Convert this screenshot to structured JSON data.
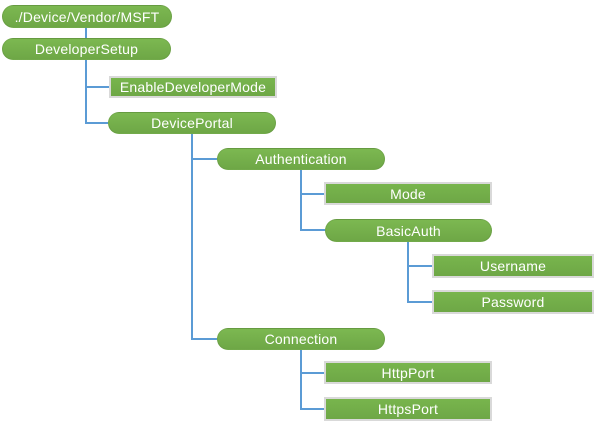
{
  "colors": {
    "node_green": "#70AD47",
    "connector_blue": "#5B9BD5",
    "leaf_border_gray": "#D9D9D9",
    "text_white": "#FFFFFF"
  },
  "diagram": {
    "type": "tree",
    "nodes": [
      {
        "label": "./Device/Vendor/MSFT",
        "shape": "pill",
        "level": 0,
        "parent": null
      },
      {
        "label": "DeveloperSetup",
        "shape": "pill",
        "level": 1,
        "parent": "./Device/Vendor/MSFT"
      },
      {
        "label": "EnableDeveloperMode",
        "shape": "rect",
        "level": 2,
        "parent": "DeveloperSetup"
      },
      {
        "label": "DevicePortal",
        "shape": "pill",
        "level": 2,
        "parent": "DeveloperSetup"
      },
      {
        "label": "Authentication",
        "shape": "pill",
        "level": 3,
        "parent": "DevicePortal"
      },
      {
        "label": "Mode",
        "shape": "rect",
        "level": 4,
        "parent": "Authentication"
      },
      {
        "label": "BasicAuth",
        "shape": "pill",
        "level": 4,
        "parent": "Authentication"
      },
      {
        "label": "Username",
        "shape": "rect",
        "level": 5,
        "parent": "BasicAuth"
      },
      {
        "label": "Password",
        "shape": "rect",
        "level": 5,
        "parent": "BasicAuth"
      },
      {
        "label": "Connection",
        "shape": "pill",
        "level": 3,
        "parent": "DevicePortal"
      },
      {
        "label": "HttpPort",
        "shape": "rect",
        "level": 4,
        "parent": "Connection"
      },
      {
        "label": "HttpsPort",
        "shape": "rect",
        "level": 4,
        "parent": "Connection"
      }
    ]
  }
}
